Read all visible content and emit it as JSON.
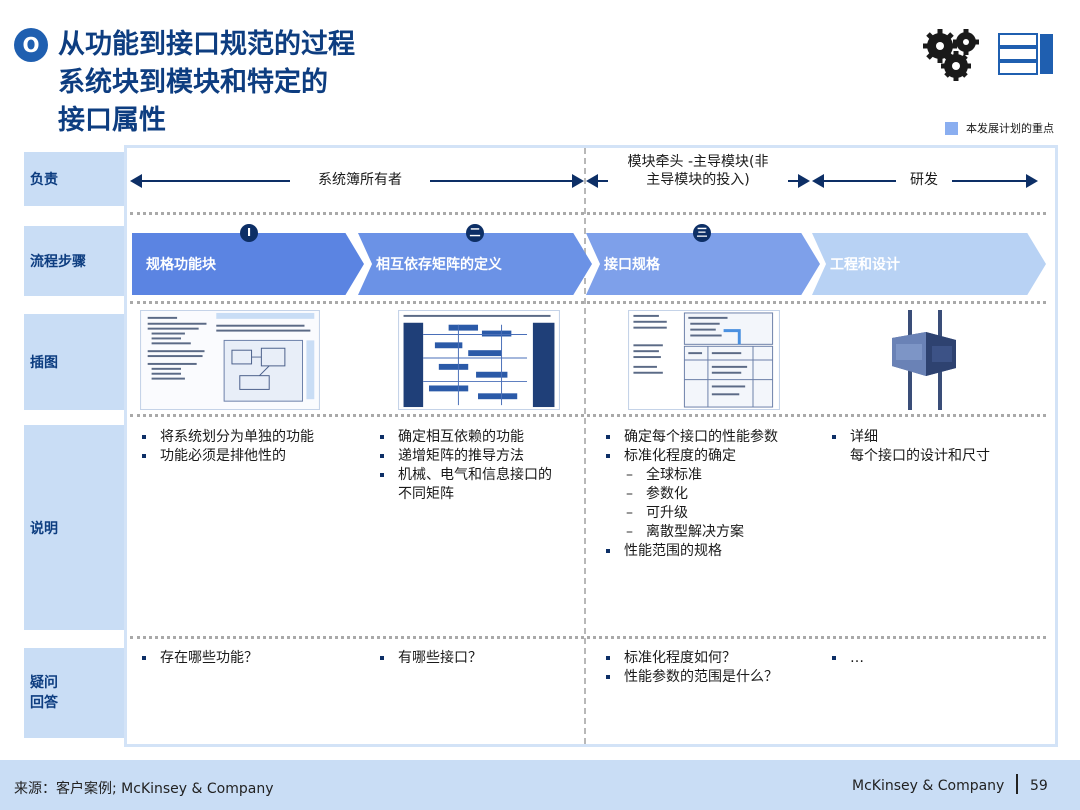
{
  "header": {
    "badge": "O",
    "title_lines": [
      "从功能到接口规范的过程",
      "系统块到模块和特定的",
      "接口属性"
    ],
    "legend": "本发展计划的重点",
    "legend_color": "#8aaef0"
  },
  "rows": {
    "labels": [
      "负责",
      "流程步骤",
      "插图",
      "说明",
      "疑问\n回答"
    ],
    "owner": {
      "a": "系统簿所有者",
      "b_line1": "模块牵头 -主导模块(非",
      "b_line2": "主导模块的投入)",
      "c": "研发"
    },
    "steps": [
      {
        "num": "I",
        "label": "规格功能块"
      },
      {
        "num": "二",
        "label": "相互依存矩阵的定义"
      },
      {
        "num": "三",
        "label": "接口规格"
      },
      {
        "num": "",
        "label": "工程和设计"
      }
    ],
    "desc": {
      "c1": [
        "将系统划分为单独的功能",
        "功能必须是排他性的"
      ],
      "c2": [
        "确定相互依赖的功能",
        "递增矩阵的推导方法",
        "机械、电气和信息接口的",
        "不同矩阵"
      ],
      "c3": [
        "确定每个接口的性能参数",
        "标准化程度的确定",
        "全球标准",
        "参数化",
        "可升级",
        "离散型解决方案",
        "性能范围的规格"
      ],
      "c4": [
        "详细",
        "每个接口的设计和尺寸"
      ]
    },
    "qa": {
      "c1": [
        "存在哪些功能？"
      ],
      "c2": [
        "有哪些接口？"
      ],
      "c3": [
        "标准化程度如何？",
        "性能参数的范围是什么？"
      ],
      "c4": [
        "…"
      ]
    }
  },
  "footer": {
    "source": "来源：客户案例; McKinsey & Company",
    "brand": "McKinsey & Company",
    "page": "59"
  }
}
